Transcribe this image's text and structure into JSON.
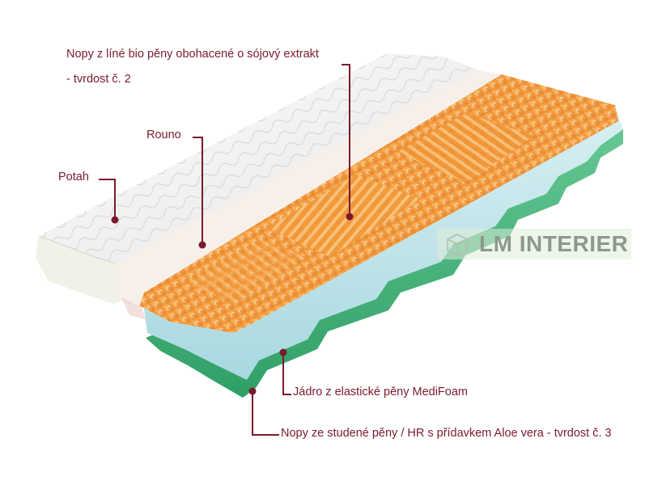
{
  "labels": {
    "top_foam_line1": "Nopy z líné bio pěny obohacené o sójový extrakt",
    "top_foam_line2": "- tvrdost č. 2",
    "fleece": "Rouno",
    "cover": "Potah",
    "core": "Jádro z elastické pěny MediFoam",
    "base": "Nopy ze studené pěny / HR s přídavkem Aloe vera - tvrdost č. 3"
  },
  "logo": {
    "text": "LM INTERIER",
    "icon": "lm-cube-icon"
  },
  "colors": {
    "label": "#7a1a2e",
    "orange_foam": "#f2a24a",
    "blue_foam": "#bfe3ea",
    "green_base": "#3fb37a",
    "cover": "#f4f4f4"
  }
}
